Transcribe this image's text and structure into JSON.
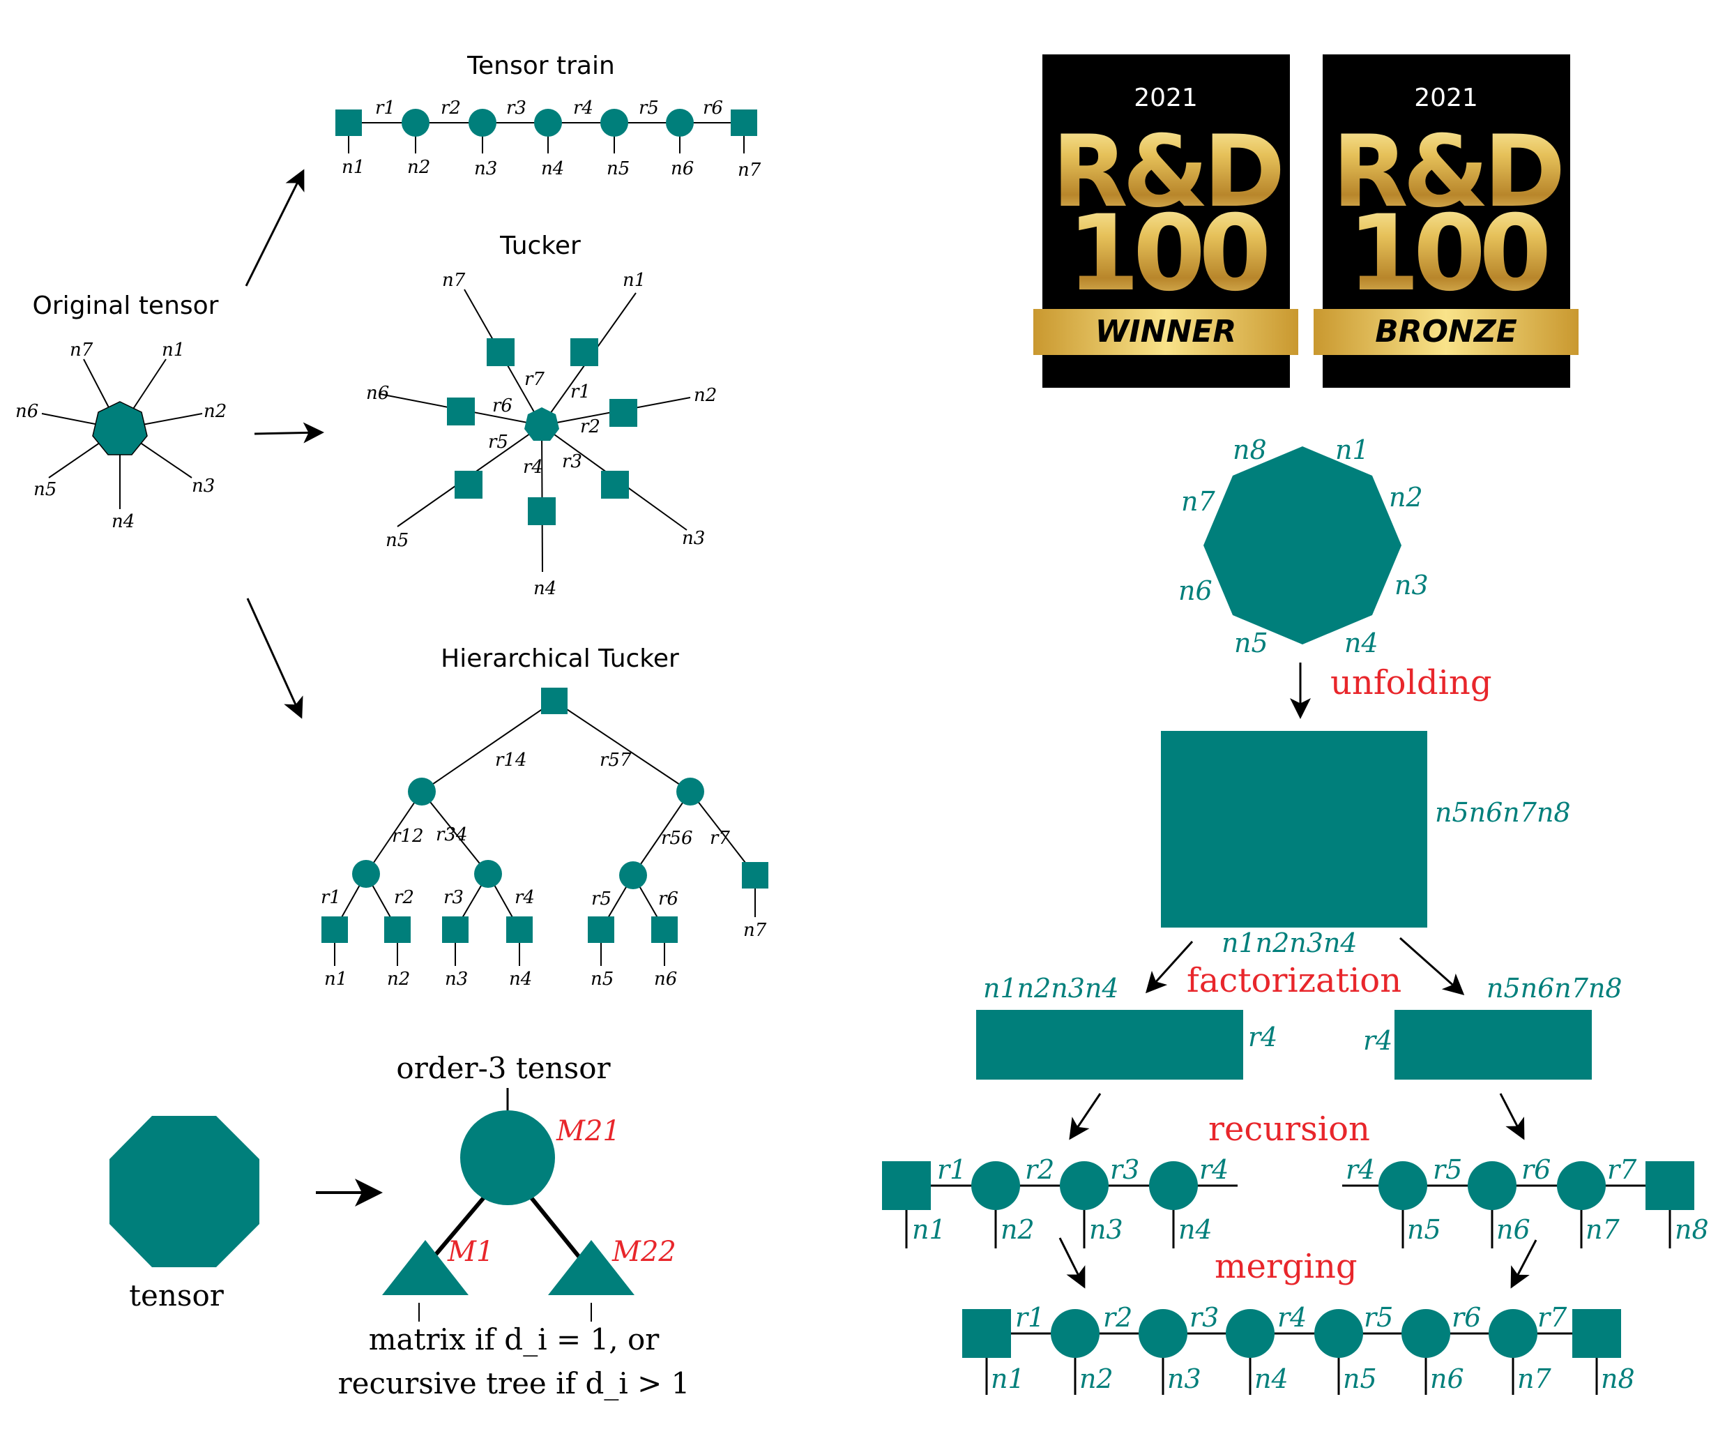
{
  "colors": {
    "teal": "#007F7B",
    "red": "#E8262B",
    "black": "#000000",
    "gold": "#E2BE58"
  },
  "panel_titles": {
    "original": "Original tensor",
    "tt": "Tensor train",
    "tucker": "Tucker",
    "ht": "Hierarchical Tucker"
  },
  "original_labels": [
    "n7",
    "n1",
    "n6",
    "n2",
    "n5",
    "n3",
    "n4"
  ],
  "tt": {
    "ranks": [
      "r1",
      "r2",
      "r3",
      "r4",
      "r5",
      "r6"
    ],
    "modes": [
      "n1",
      "n2",
      "n3",
      "n4",
      "n5",
      "n6",
      "n7"
    ]
  },
  "tucker": {
    "modes": [
      "n1",
      "n2",
      "n3",
      "n4",
      "n5",
      "n6",
      "n7"
    ],
    "ranks": [
      "r1",
      "r2",
      "r3",
      "r4",
      "r5",
      "r6",
      "r7"
    ]
  },
  "ht": {
    "top_ranks": [
      "r14",
      "r57"
    ],
    "mid_ranks": [
      "r12",
      "r34",
      "r56",
      "r7"
    ],
    "leaf_ranks": [
      "r1",
      "r2",
      "r3",
      "r4",
      "r5",
      "r6"
    ],
    "modes": [
      "n1",
      "n2",
      "n3",
      "n4",
      "n5",
      "n6",
      "n7"
    ]
  },
  "bottom_left": {
    "tensor_label": "tensor",
    "order3_label": "order-3 tensor",
    "m21": "M21",
    "m1": "M1",
    "m22": "M22",
    "caption_line1": "matrix if d_i = 1, or",
    "caption_line2": "recursive tree if d_i > 1"
  },
  "badges": [
    {
      "year": "2021",
      "logo_top": "R&D",
      "logo_bottom": "100",
      "ribbon": "WINNER"
    },
    {
      "year": "2021",
      "logo_top": "R&D",
      "logo_bottom": "100",
      "ribbon": "BRONZE"
    }
  ],
  "right_flow": {
    "octagon_labels": [
      "n8",
      "n1",
      "n7",
      "n2",
      "n6",
      "n3",
      "n5",
      "n4"
    ],
    "step1": "unfolding",
    "matrix_right": "n5n6n7n8",
    "matrix_bottom": "n1n2n3n4",
    "step2": "factorization",
    "left_factor_top": "n1n2n3n4",
    "left_factor_rank": "r4",
    "right_factor_top": "n5n6n7n8",
    "right_factor_rank": "r4",
    "step3": "recursion",
    "left_chain_ranks": [
      "r1",
      "r2",
      "r3",
      "r4"
    ],
    "left_chain_modes": [
      "n1",
      "n2",
      "n3",
      "n4"
    ],
    "right_chain_ranks": [
      "r4",
      "r5",
      "r6",
      "r7"
    ],
    "right_chain_modes": [
      "n5",
      "n6",
      "n7",
      "n8"
    ],
    "step4": "merging",
    "merged_ranks": [
      "r1",
      "r2",
      "r3",
      "r4",
      "r5",
      "r6",
      "r7"
    ],
    "merged_modes": [
      "n1",
      "n2",
      "n3",
      "n4",
      "n5",
      "n6",
      "n7",
      "n8"
    ]
  }
}
